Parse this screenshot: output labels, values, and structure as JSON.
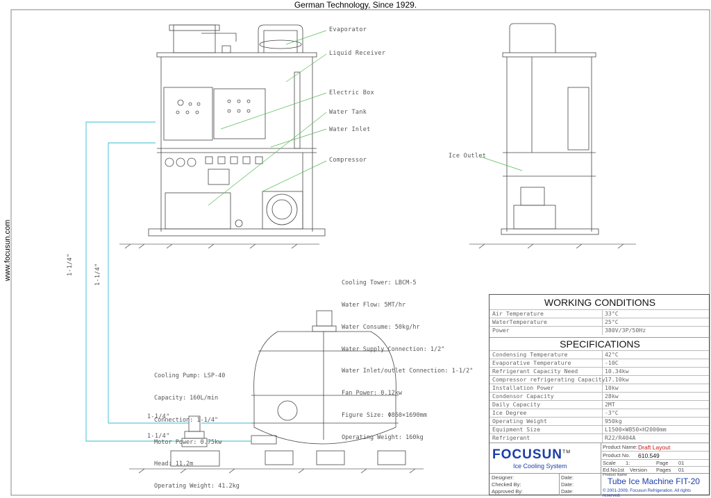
{
  "caption": "German Technology, Since 1929.",
  "website": "www.focusun.com",
  "callouts": {
    "evaporator": "Evaporator",
    "liquid_receiver": "Liquid Receiver",
    "electric_box": "Electric Box",
    "water_tank": "Water Tank",
    "water_inlet": "Water Inlet",
    "compressor": "Compressor",
    "ice_outlet": "Ice Outlet"
  },
  "pipes": {
    "size_vertical_1": "1-1/4\"",
    "size_vertical_2": "1-1/4\"",
    "size_horizontal_1": "1-1/4\"",
    "size_horizontal_2": "1-1/4\""
  },
  "cooling_tower": [
    "Cooling Tower: LBCM-5",
    "Water Flow: 5MT/hr",
    "Water Consume: 50kg/hr",
    "Water Supply Connection: 1/2\"",
    "Water Inlet/outlet Connection: 1-1/2\"",
    "Fan Power: 0.12kw",
    "Figure Size: Φ860×1690mm",
    "Operating Weight: 160kg"
  ],
  "cooling_pump": [
    "Cooling Pump: LSP-40",
    "Capacity: 160L/min",
    "Connection: 1-1/4\"",
    "Motor Power: 0.75kw",
    "Head: 11.2m",
    "Operating Weight: 41.2kg"
  ],
  "title_block": {
    "working_heading": "WORKING CONDITIONS",
    "working": [
      {
        "k": "Air Temperature",
        "v": "33°C"
      },
      {
        "k": "WaterTemperature",
        "v": "25°C"
      },
      {
        "k": "Power",
        "v": "380V/3P/50Hz"
      }
    ],
    "spec_heading": "SPECIFICATIONS",
    "specs": [
      {
        "k": "Condensing Temperature",
        "v": "42°C"
      },
      {
        "k": "Evaporative Temperature",
        "v": "-10C"
      },
      {
        "k": "Refrigerant Capacity Need",
        "v": "10.34kw"
      },
      {
        "k": "Compressor refrigerating Capacity",
        "v": "17.10kw"
      },
      {
        "k": "Installation Power",
        "v": "10kw"
      },
      {
        "k": "Condensor Capacity",
        "v": "28kw"
      },
      {
        "k": "Daily Capacity",
        "v": "2MT"
      },
      {
        "k": "Ice Degree",
        "v": "-3°C"
      },
      {
        "k": "Operating Weight",
        "v": "950kg"
      },
      {
        "k": "Equipment Size",
        "v": "L1500×W850×H2000mm"
      },
      {
        "k": "Refrigerant",
        "v": "R22/R404A"
      }
    ],
    "logo_text": "FOCUSUN",
    "logo_tm": "TM",
    "logo_sub": "Ice Cooling System",
    "product_name_label": "Product Name:",
    "product_name": "Draft Layout",
    "product_no_label": "Product No.",
    "product_no": "610.549",
    "scale_label": "Scale",
    "scale_value": "1:",
    "page_label": "Page",
    "page_value": "01",
    "edno_label": "Ed.No.",
    "edno_value": "1st",
    "version_label": "Version",
    "pages_label": "Pages",
    "pages_value": "01",
    "product_name_label2": "Product Name",
    "designer": "Designer:",
    "checked": "Checked By:",
    "approved": "Approved By:",
    "date1": "Date:",
    "date2": "Date:",
    "date3": "Date:",
    "machine_title": "Tube Ice Machine FIT-20",
    "copyright": "© 2001-2009, Focusun Refrigeration. All rights reserved."
  },
  "colors": {
    "pipe": "#33bbd0",
    "leader": "#55bb55",
    "line": "#444444",
    "logo": "#1a3ea8",
    "red": "#cc1111"
  }
}
